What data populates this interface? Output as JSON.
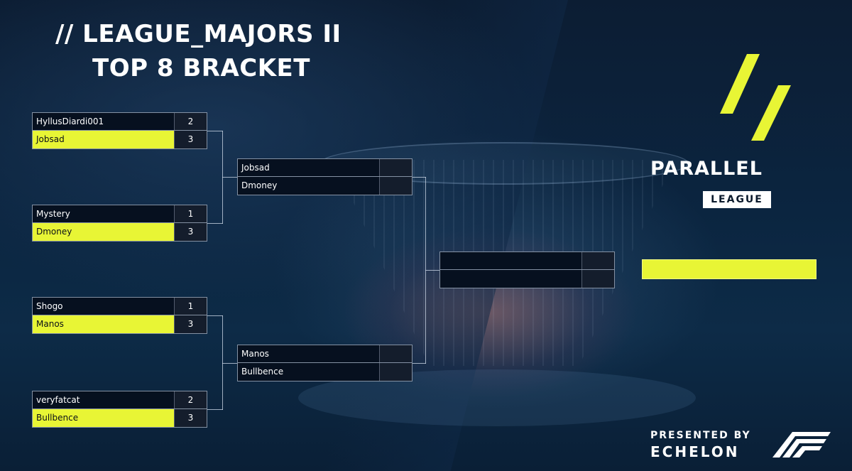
{
  "header": {
    "title_line1": "// LEAGUE_MAJORS II",
    "title_line2": "TOP 8 BRACKET"
  },
  "bracket": {
    "quarterfinals": [
      {
        "players": [
          {
            "name": "HyllusDiardi001",
            "score": "2",
            "winner": false
          },
          {
            "name": "Jobsad",
            "score": "3",
            "winner": true
          }
        ]
      },
      {
        "players": [
          {
            "name": "Mystery",
            "score": "1",
            "winner": false
          },
          {
            "name": "Dmoney",
            "score": "3",
            "winner": true
          }
        ]
      },
      {
        "players": [
          {
            "name": "Shogo",
            "score": "1",
            "winner": false
          },
          {
            "name": "Manos",
            "score": "3",
            "winner": true
          }
        ]
      },
      {
        "players": [
          {
            "name": "veryfatcat",
            "score": "2",
            "winner": false
          },
          {
            "name": "Bullbence",
            "score": "3",
            "winner": true
          }
        ]
      }
    ],
    "semifinals": [
      {
        "players": [
          {
            "name": "Jobsad",
            "score": ""
          },
          {
            "name": "Dmoney",
            "score": ""
          }
        ]
      },
      {
        "players": [
          {
            "name": "Manos",
            "score": ""
          },
          {
            "name": "Bullbence",
            "score": ""
          }
        ]
      }
    ],
    "final": {
      "players": [
        {
          "name": "",
          "score": ""
        },
        {
          "name": "",
          "score": ""
        }
      ]
    },
    "champion": ""
  },
  "brand": {
    "name": "PARALLEL",
    "subtitle": "LEAGUE",
    "accent_color": "#e8f535"
  },
  "sponsor": {
    "presented_by": "PRESENTED BY",
    "name": "ECHELON"
  }
}
